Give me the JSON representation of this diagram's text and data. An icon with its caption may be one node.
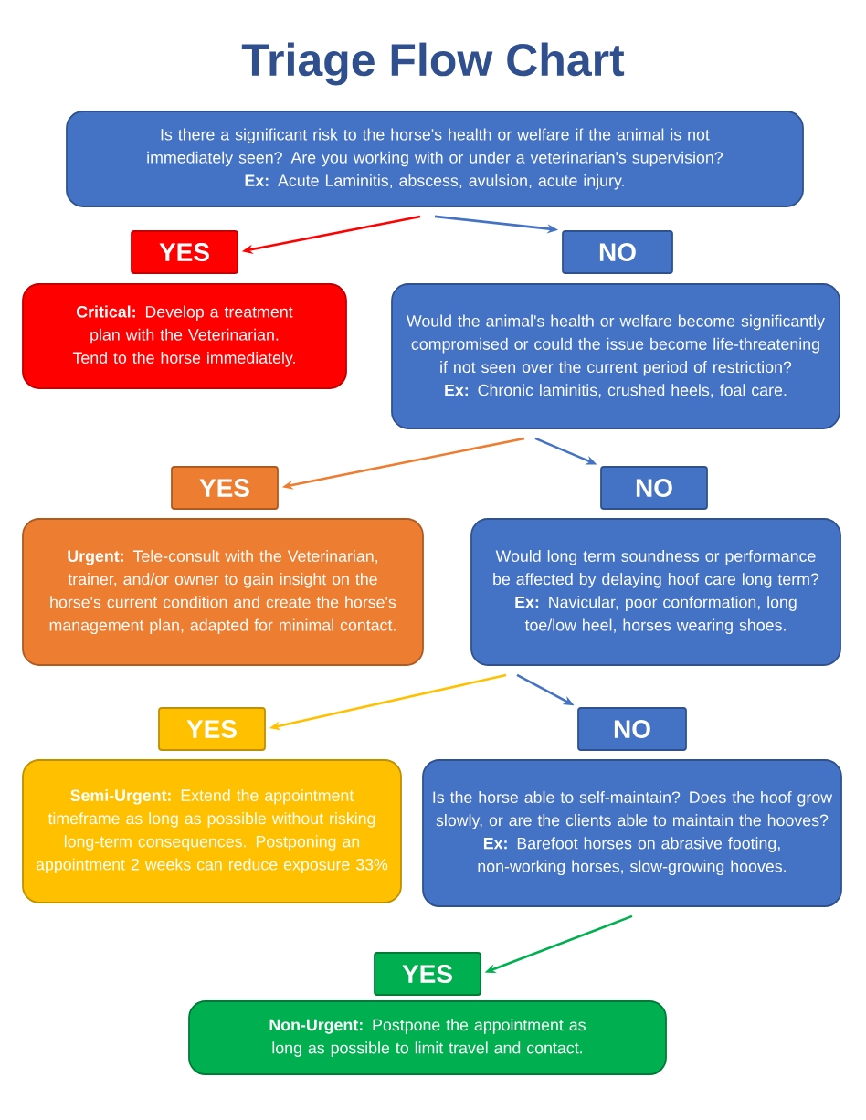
{
  "diagram": {
    "title": "Triage Flow Chart",
    "nodes": [
      {
        "text": [
          "Is there a significant risk to the horse's health or welfare if the animal is not immediately seen? Are you working with or under a veterinarian's supervision?",
          "**Ex:** Acute Laminitis, abscess, avulsion, acute injury."
        ]
      },
      {
        "text": [
          "YES"
        ]
      },
      {
        "text": [
          "**Critical:** Develop a treatment plan with the Veterinarian. Tend to the horse immediately."
        ]
      },
      {
        "text": [
          "NO"
        ]
      },
      {
        "text": [
          "Would the animal's health or welfare become significantly compromised or could the issue become life-threatening if not seen over the current period of restriction?",
          "**Ex:** Chronic laminitis, crushed heels, foal care."
        ]
      },
      {
        "text": [
          "YES"
        ]
      },
      {
        "text": [
          "**Urgent:** Tele-consult with the Veterinarian, trainer, and/or owner to gain insight on the horse's current condition and create the horse's management plan, adapted for minimal contact."
        ]
      },
      {
        "text": [
          "NO"
        ]
      },
      {
        "text": [
          "Would long term soundness or performance be affected by delaying hoof care long term?",
          "**Ex:** Navicular, poor conformation, long toe/low heel, horses wearing shoes."
        ]
      },
      {
        "text": [
          "YES"
        ]
      },
      {
        "text": [
          "**Semi-Urgent:** Extend the appointment timeframe as long as possible without risking long-term consequences. Postponing an appointment 2 weeks can reduce exposure 33%"
        ]
      },
      {
        "text": [
          "NO"
        ]
      },
      {
        "text": [
          "Is the horse able to self-maintain? Does the hoof grow slowly, or are the clients able to maintain the hooves?",
          "**Ex:** Barefoot horses on abrasive footing, non-working horses, slow-growing hooves."
        ]
      },
      {
        "text": [
          "YES"
        ]
      },
      {
        "text": [
          "**Non-Urgent:** Postpone the appointment as long as possible to limit travel and contact."
        ]
      }
    ],
    "edges": [
      {
        "from": 0,
        "to": 1,
        "arrow": "to",
        "color": "#ff0000"
      },
      {
        "from": 0,
        "to": 3,
        "arrow": "to"
      },
      {
        "from": 4,
        "to": 5,
        "arrow": "to",
        "color": "#ed7d31"
      },
      {
        "from": 4,
        "to": 7,
        "arrow": "to"
      },
      {
        "from": 8,
        "to": 9,
        "arrow": "to",
        "color": "#ffc000"
      },
      {
        "from": 8,
        "to": 11,
        "arrow": "to"
      },
      {
        "from": 12,
        "to": 13,
        "arrow": "to",
        "color": "#00b050"
      }
    ]
  }
}
